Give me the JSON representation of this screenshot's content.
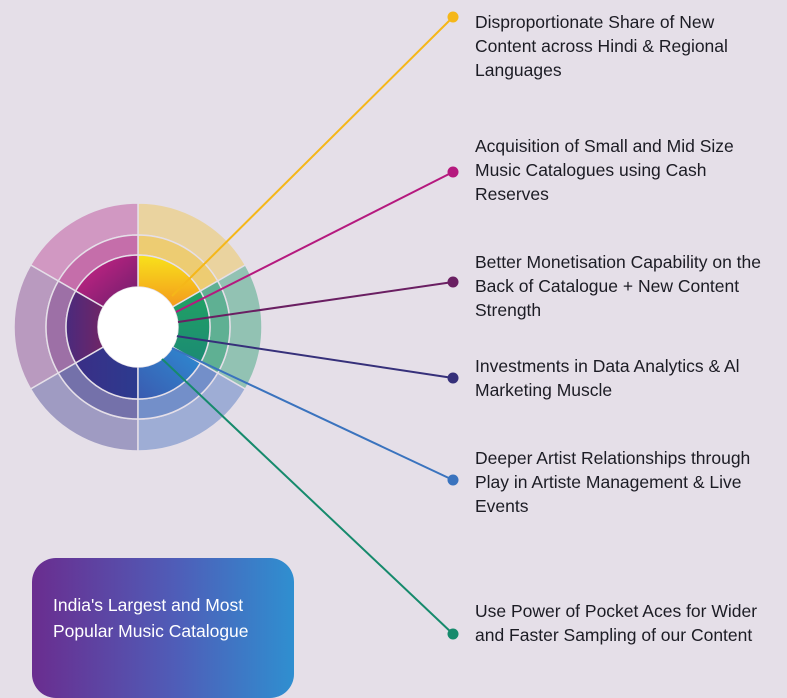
{
  "items": [
    {
      "text": "Disproportionate Share of New Content across Hindi & Regional Languages",
      "color": "#f5b719"
    },
    {
      "text": "Acquisition of Small and Mid Size Music Catalogues using Cash Reserves",
      "color": "#b5197e"
    },
    {
      "text": "Better Monetisation Capability on the Back of Catalogue + New Content Strength",
      "color": "#6a1f62"
    },
    {
      "text": "Investments in Data Analytics & Al Marketing Muscle",
      "color": "#36307a"
    },
    {
      "text": "Deeper Artist Relationships through Play in Artiste Management & Live Events",
      "color": "#3a73be"
    },
    {
      "text": "Use Power of Pocket Aces for Wider and Faster Sampling of our Content",
      "color": "#168a6c"
    }
  ],
  "badge": {
    "text": "India's Largest and Most Popular Music Catalogue"
  }
}
